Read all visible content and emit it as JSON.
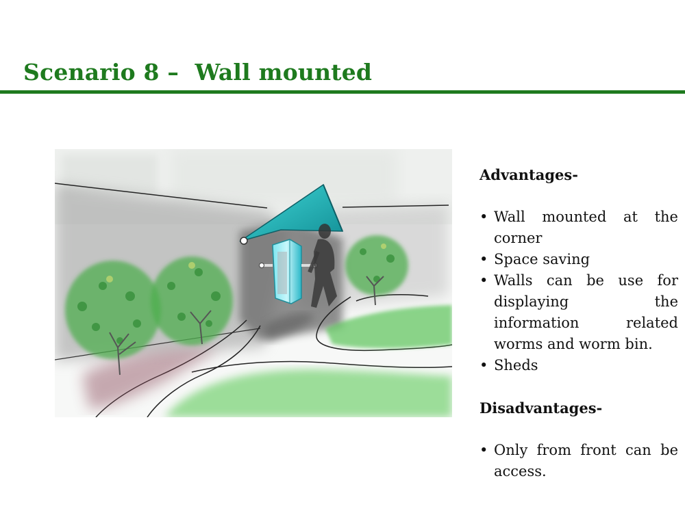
{
  "slide": {
    "title": "Scenario 8 –  Wall mounted",
    "accent_color": "#1e7a1e"
  },
  "illustration": {
    "subject": "sketch of a wall-mounted worm bin shelter at a garden corner with shrubs and a person"
  },
  "advantages": {
    "heading": "Advantages-",
    "items": [
      "Wall mounted at the corner",
      "Space saving",
      "Walls can be use for displaying the information related worms and worm bin.",
      "Sheds"
    ]
  },
  "disadvantages": {
    "heading": "Disadvantages-",
    "items": [
      "Only from front can be access."
    ]
  }
}
